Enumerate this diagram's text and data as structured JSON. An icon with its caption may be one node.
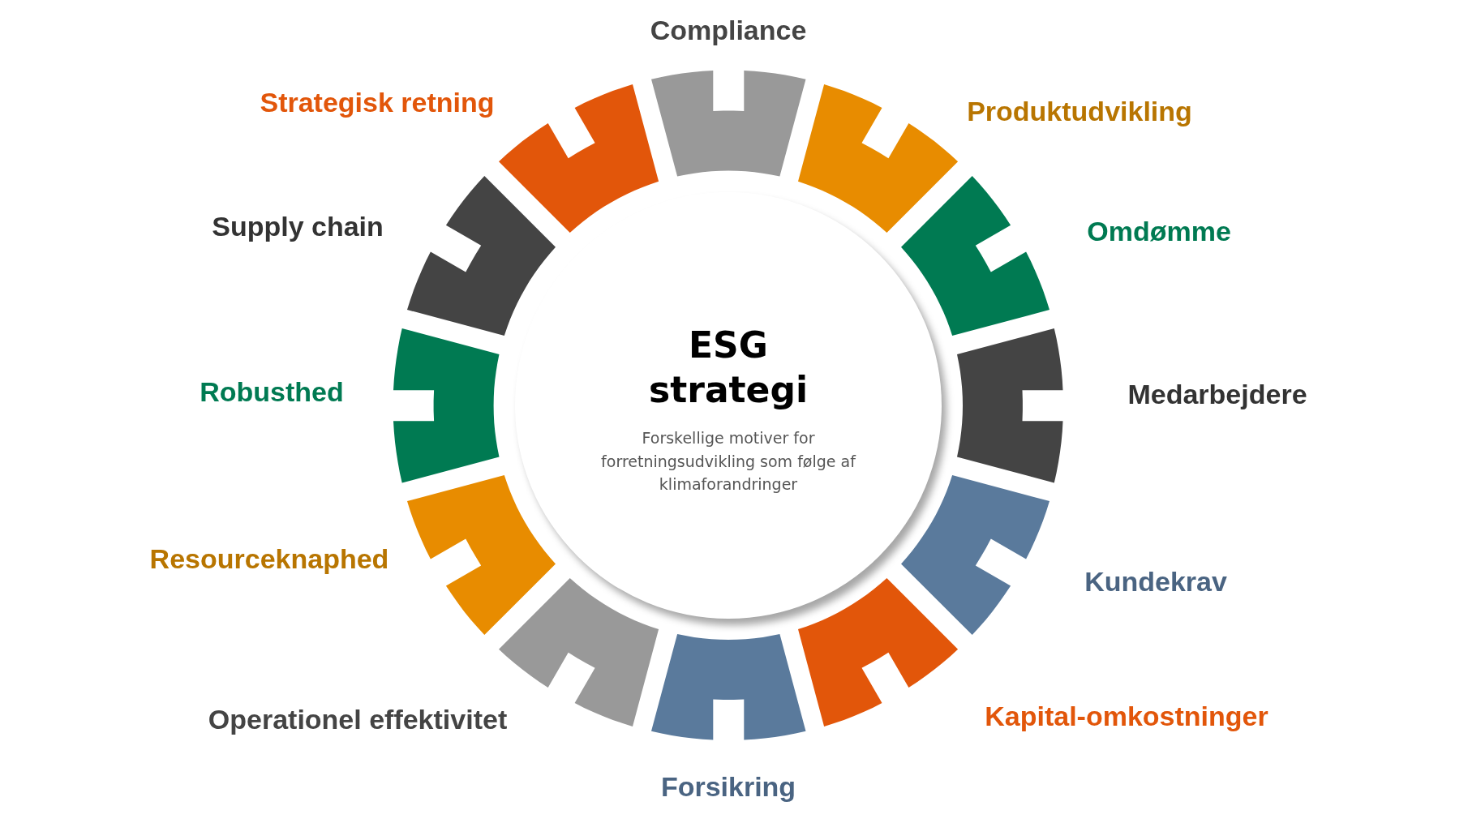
{
  "diagram": {
    "nodes": [
      {
        "text": [
          "ESG strategi",
          "Forskellige motiver for forretningsudvikling som følge af klimaforandringer"
        ]
      },
      {
        "text": [],
        "shape": "segment",
        "beside": [
          "Compliance"
        ]
      },
      {
        "text": [],
        "shape": "segment",
        "beside": [
          "Produktudvikling"
        ]
      },
      {
        "text": [],
        "shape": "segment",
        "beside": [
          "Omdømme"
        ]
      },
      {
        "text": [],
        "shape": "segment",
        "beside": [
          "Medarbejdere"
        ]
      },
      {
        "text": [],
        "shape": "segment",
        "beside": [
          "Kundekrav"
        ]
      },
      {
        "text": [],
        "shape": "segment",
        "beside": [
          "Kapital-omkostninger"
        ]
      },
      {
        "text": [],
        "shape": "segment",
        "beside": [
          "Forsikring"
        ]
      },
      {
        "text": [],
        "shape": "segment",
        "beside": [
          "Operationel effektivitet"
        ]
      },
      {
        "text": [],
        "shape": "segment",
        "beside": [
          "Resourceknaphed"
        ]
      },
      {
        "text": [],
        "shape": "segment",
        "beside": [
          "Robusthed"
        ]
      },
      {
        "text": [],
        "shape": "segment",
        "beside": [
          "Supply chain"
        ]
      },
      {
        "text": [],
        "shape": "segment",
        "beside": [
          "Strategisk retning"
        ]
      }
    ]
  }
}
